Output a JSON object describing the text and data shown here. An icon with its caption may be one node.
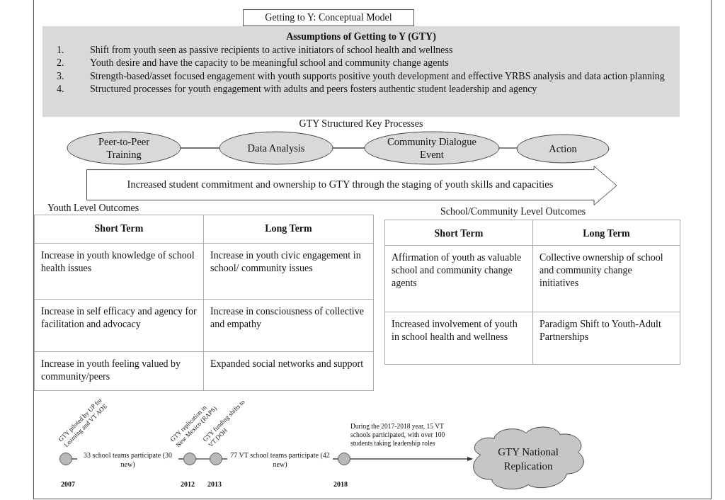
{
  "diagram": {
    "title": "Getting to Y: Conceptual Model",
    "nodes": [
      {
        "text": [
          "Assumptions of Getting to Y (GTY)",
          "1.",
          "Shift from youth seen as passive recipients to active initiators of school health and wellness",
          "2.",
          "Youth desire and have the capacity to be meaningful school and community change agents",
          "3.",
          "Strength-based/asset focused engagement with youth supports positive youth development and effective YRBS analysis and data action planning",
          "4.",
          "Structured processes for youth engagement with adults and peers fosters authentic student leadership and agency"
        ]
      },
      {
        "text": [
          "Peer-to-Peer Training"
        ]
      },
      {
        "text": [
          "Data Analysis"
        ]
      },
      {
        "text": [
          "Community Dialogue Event"
        ]
      },
      {
        "text": [
          "Action"
        ]
      },
      {
        "text": [
          "Increased student commitment and ownership to GTY through the staging of youth skills and capacities"
        ]
      },
      {
        "text": [],
        "shape": "circle",
        "beside": [
          "2007",
          "GTY piloted by UP for Learning and VT AOE"
        ]
      },
      {
        "text": [],
        "shape": "circle",
        "beside": [
          "2012",
          "GTY replication in New Mexico (RAPS)"
        ]
      },
      {
        "text": [],
        "shape": "circle",
        "beside": [
          "2013",
          "GTY funding shifts to VT DOH"
        ]
      },
      {
        "text": [],
        "shape": "circle",
        "beside": [
          "2018",
          "During the 2017-2018 year, 15 VT schools participated, with over 100 students taking leadership roles"
        ]
      },
      {
        "text": [
          "GTY National Replication"
        ]
      }
    ],
    "edges": [
      {
        "from": 1,
        "to": 2,
        "arrow": "none"
      },
      {
        "from": 2,
        "to": 3,
        "arrow": "none"
      },
      {
        "from": 3,
        "to": 4,
        "arrow": "none"
      },
      {
        "from": 6,
        "to": 7,
        "arrow": "none",
        "label": "33 school teams participate (30 new)"
      },
      {
        "from": 7,
        "to": 8,
        "arrow": "none"
      },
      {
        "from": 8,
        "to": 9,
        "arrow": "none",
        "label": "77  VT school teams participate (42 new)"
      },
      {
        "from": 9,
        "to": 10,
        "arrow": "to"
      }
    ],
    "labels": [
      "GTY Structured Key Processes",
      "Youth Level Outcomes",
      "Short Term",
      "Long Term",
      "Increase in youth knowledge of school health issues",
      "Increase in youth civic engagement in school/ community issues",
      "Increase in self efficacy and agency for facilitation and advocacy",
      "Increase in consciousness  of collective and empathy",
      "Increase in youth feeling valued by community/peers",
      "Expanded social networks and support",
      "School/Community Level  Outcomes",
      "Short Term",
      "Long Term",
      "Affirmation of youth as valuable school and community change agents",
      "Collective ownership of school and community change initiatives",
      "Increased involvement of youth in school health and wellness",
      "Paradigm Shift to Youth-Adult Partnerships"
    ]
  }
}
